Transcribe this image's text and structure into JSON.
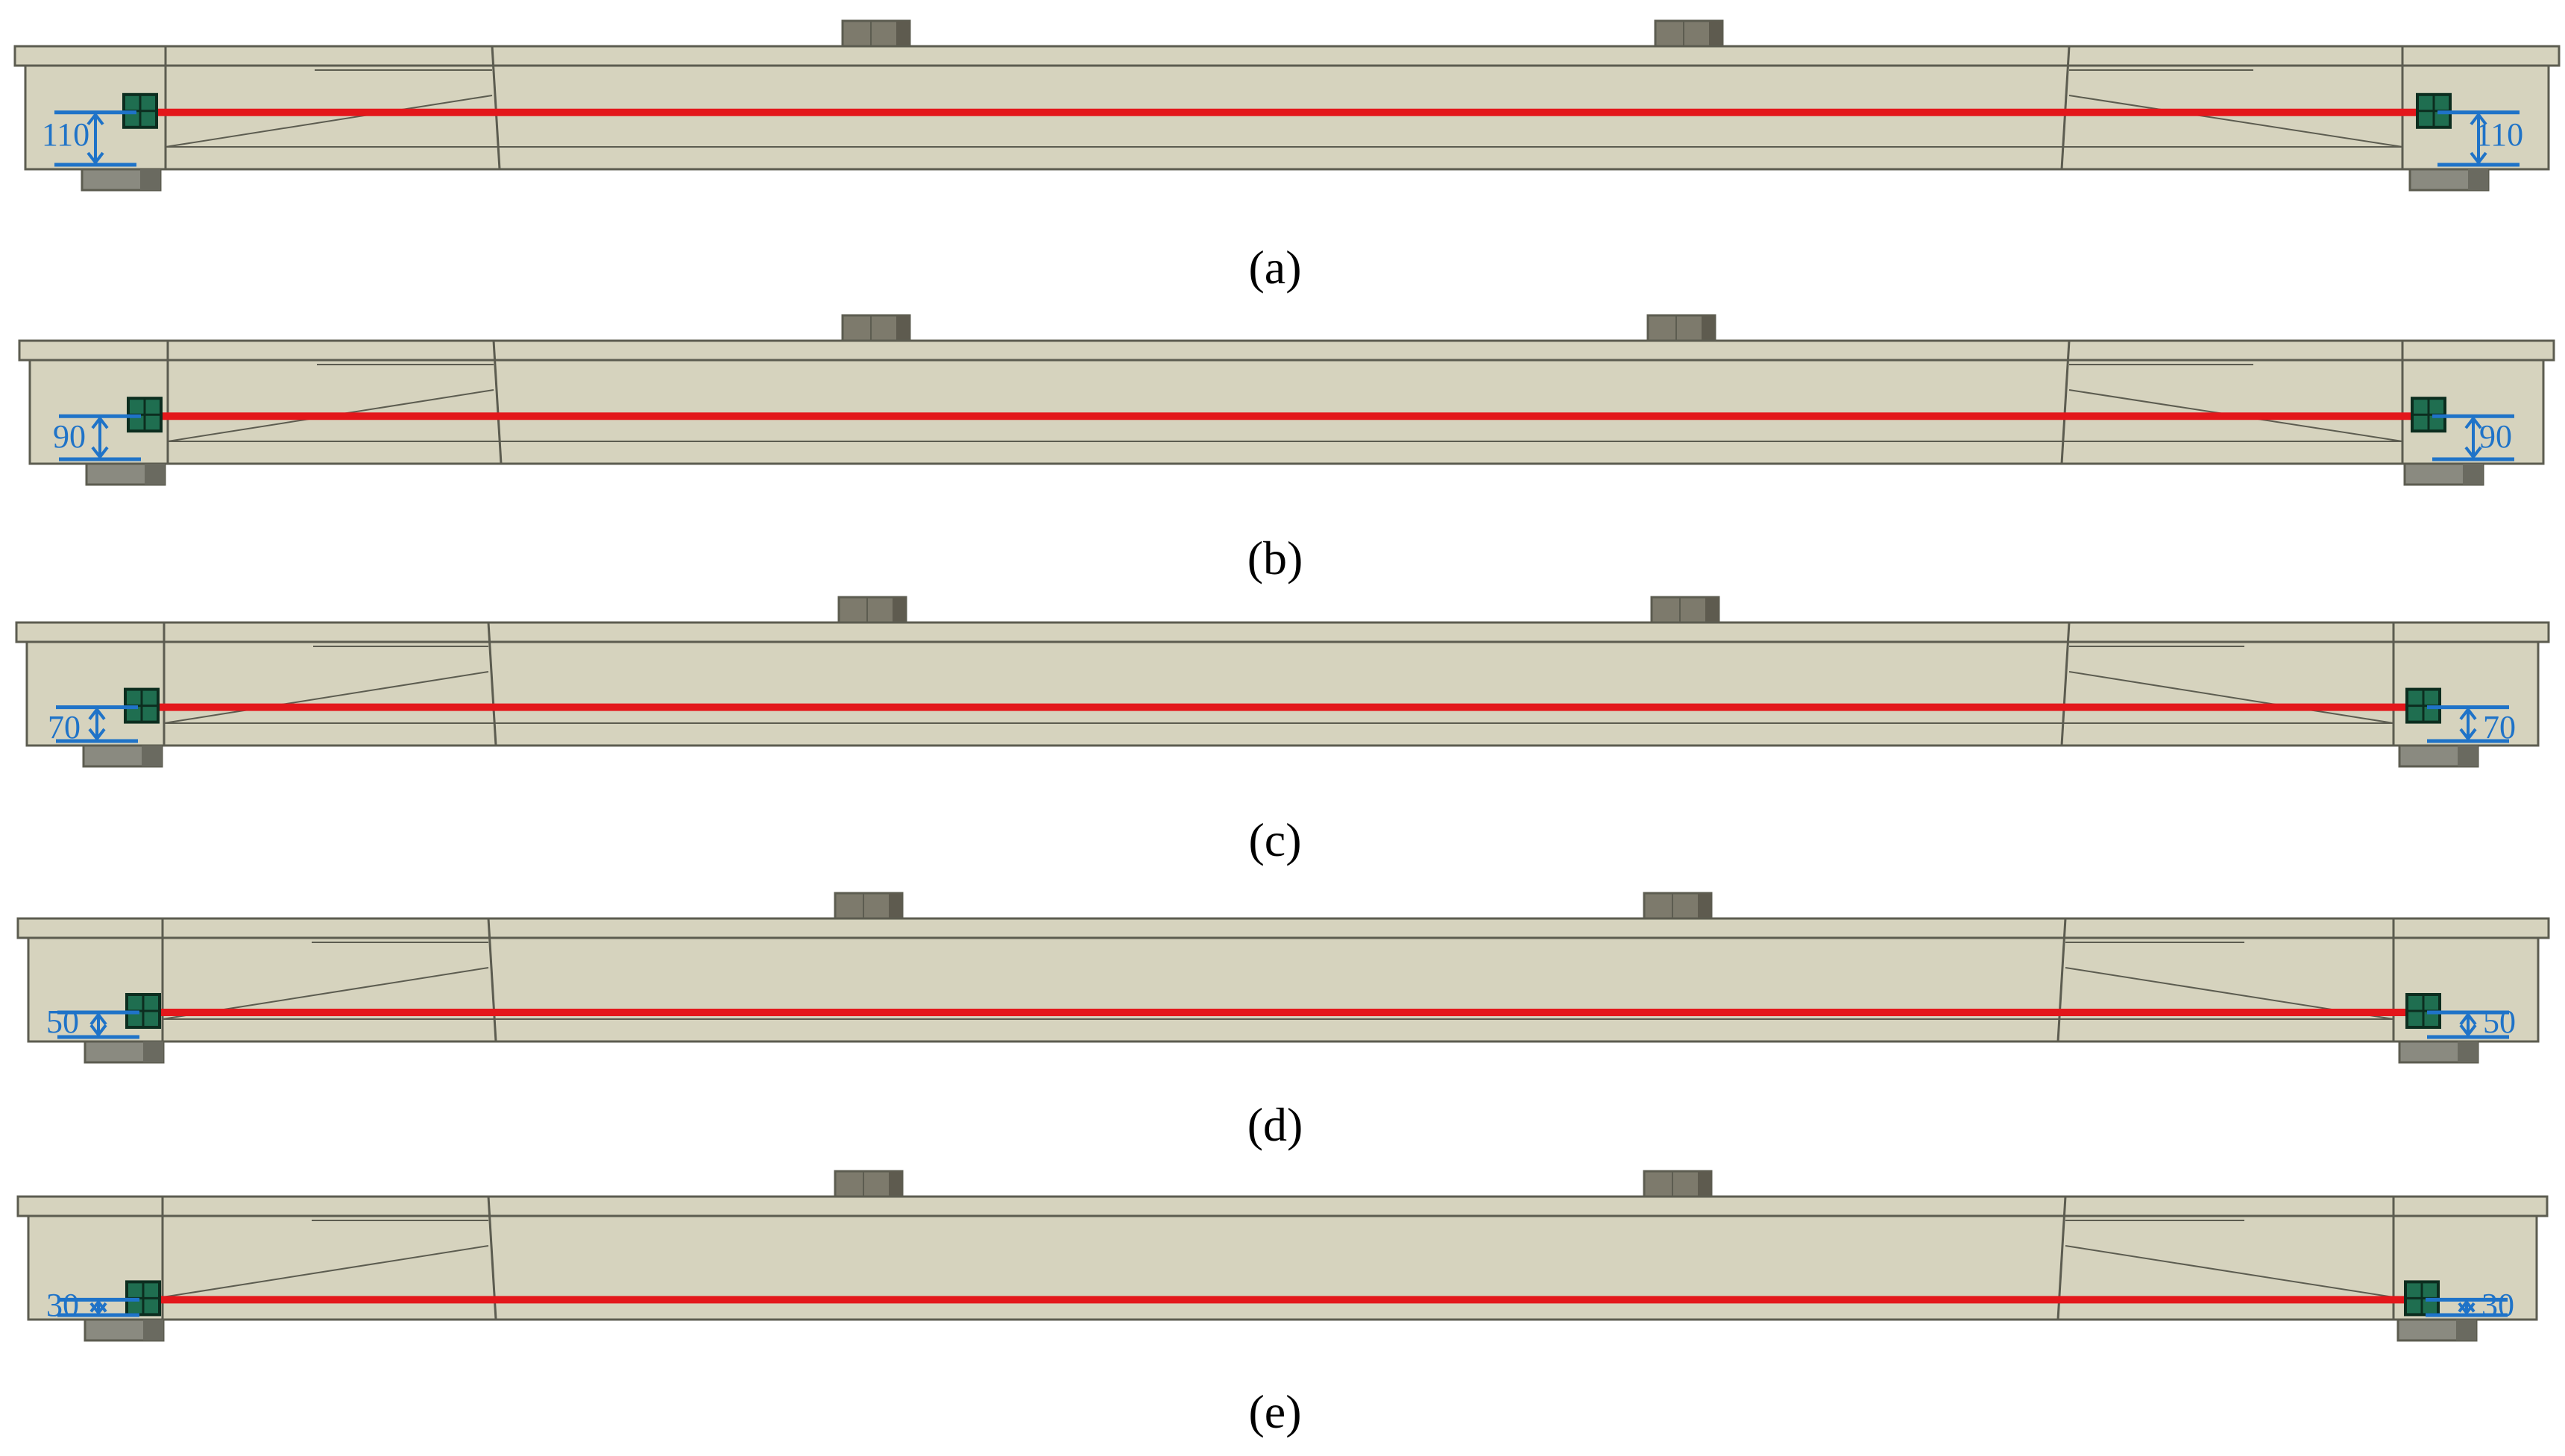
{
  "figure": {
    "colors": {
      "concrete": "#d6d3be",
      "concrete_edge": "#5c5c50",
      "bearing_top": "#8a8a80",
      "bearing_side": "#6a6a60",
      "load_pad": "#7d7a6c",
      "load_pad_dark": "#5e5b4f",
      "tendon": "#e3171b",
      "anchor": "#1f6e50",
      "anchor_edge": "#0c2d1f",
      "dimension": "#1f73c8"
    },
    "panels": [
      {
        "caption": "(a)",
        "offset_label_left": "110",
        "offset_label_right": "110",
        "offset": 110
      },
      {
        "caption": "(b)",
        "offset_label_left": "90",
        "offset_label_right": "90",
        "offset": 90
      },
      {
        "caption": "(c)",
        "offset_label_left": "70",
        "offset_label_right": "70",
        "offset": 70
      },
      {
        "caption": "(d)",
        "offset_label_left": "50",
        "offset_label_right": "50",
        "offset": 50
      },
      {
        "caption": "(e)",
        "offset_label_left": "30",
        "offset_label_right": "30",
        "offset": 30
      }
    ]
  }
}
